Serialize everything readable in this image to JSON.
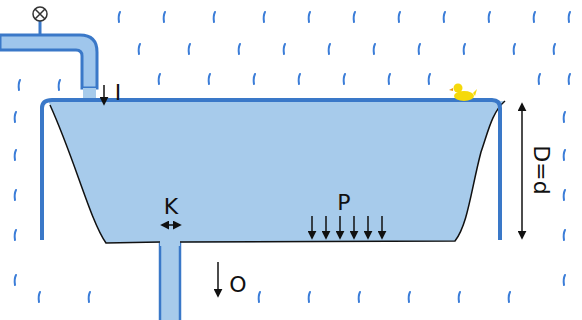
{
  "diagram": {
    "labels": [
      "I",
      "K",
      "P",
      "O",
      "D=d"
    ]
  }
}
